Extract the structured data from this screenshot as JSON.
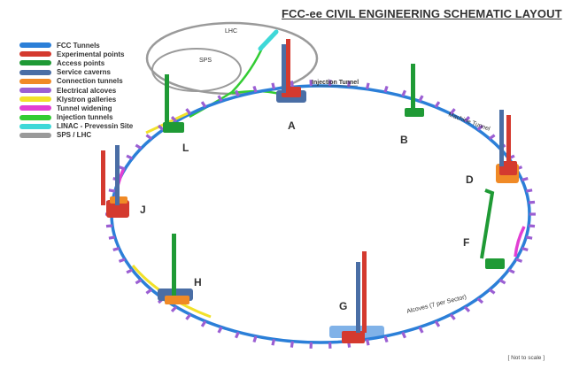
{
  "title": "FCC-ee CIVIL ENGINEERING SCHEMATIC LAYOUT",
  "legend": [
    {
      "label": "FCC Tunnels",
      "color": "#2b7fd8"
    },
    {
      "label": "Experimental points",
      "color": "#d43a2f"
    },
    {
      "label": "Access points",
      "color": "#1f9a35"
    },
    {
      "label": "Service caverns",
      "color": "#4a6ea5"
    },
    {
      "label": "Connection tunnels",
      "color": "#f08a26"
    },
    {
      "label": "Electrical alcoves",
      "color": "#9b5fd3"
    },
    {
      "label": "Klystron galleries",
      "color": "#f2e12a"
    },
    {
      "label": "Tunnel widening",
      "color": "#e23fd3"
    },
    {
      "label": "Injection tunnels",
      "color": "#33cc33"
    },
    {
      "label": "LINAC - Prevessin Site",
      "color": "#3fd8d8"
    },
    {
      "label": "SPS / LHC",
      "color": "#9a9a9a"
    }
  ],
  "rings": {
    "lhc": "LHC",
    "sps": "SPS"
  },
  "labels": {
    "injection_tunnel": "Injection Tunnel",
    "machine_tunnel": "Machine Tunnel",
    "alcoves": "Alcoves (7 per Sector)",
    "not_to_scale": "[ Not to scale ]"
  },
  "points": [
    "A",
    "B",
    "D",
    "F",
    "G",
    "H",
    "J",
    "L"
  ]
}
